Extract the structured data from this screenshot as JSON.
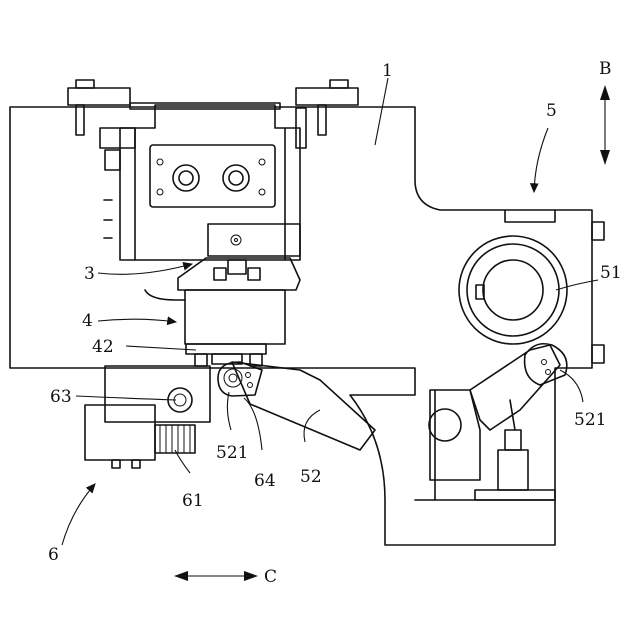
{
  "labels": {
    "part_1": "1",
    "part_3": "3",
    "part_4": "4",
    "part_42": "42",
    "part_5": "5",
    "part_51": "51",
    "part_52": "52",
    "part_521_left": "521",
    "part_521_right": "521",
    "part_6": "6",
    "part_61": "61",
    "part_63": "63",
    "part_64": "64",
    "direction_b": "B",
    "direction_c": "C"
  }
}
